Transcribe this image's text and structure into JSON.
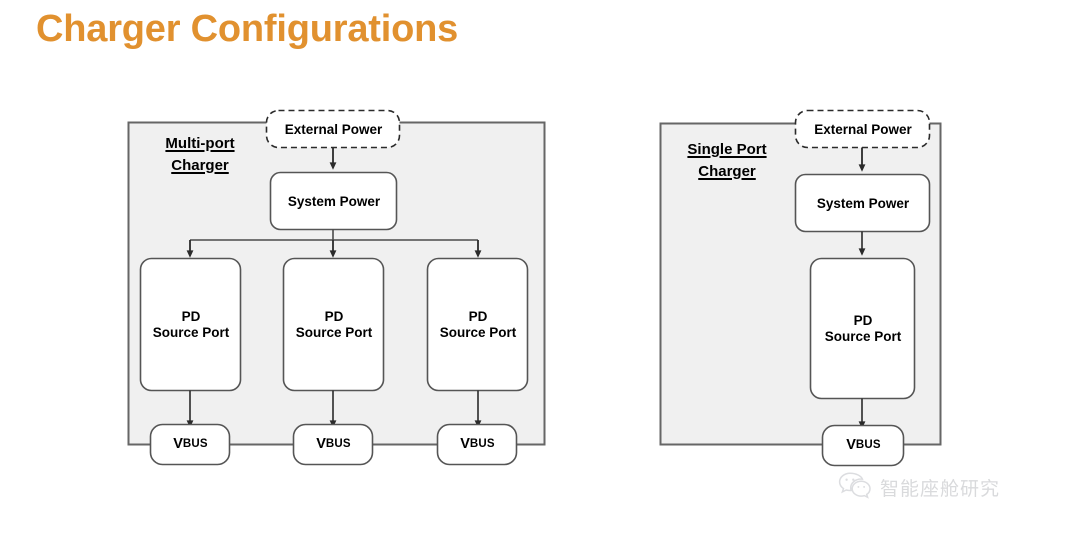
{
  "page": {
    "title": "Charger Configurations",
    "title_color": "#e1912f",
    "background_color": "#ffffff"
  },
  "diagram": {
    "type": "block-diagram",
    "container_fill": "#f0f0f0",
    "container_stroke": "#666666",
    "node_fill": "#ffffff",
    "node_stroke": "#555555",
    "line_color": "#444444",
    "panels": [
      {
        "id": "multi-port",
        "group_title_line1": "Multi-port",
        "group_title_line2": "Charger",
        "external_power_label": "External Power",
        "system_power_label": "System Power",
        "ports": [
          {
            "line1": "PD",
            "line2": "Source Port",
            "vbus_cap": "V",
            "vbus_rest": "BUS"
          },
          {
            "line1": "PD",
            "line2": "Source Port",
            "vbus_cap": "V",
            "vbus_rest": "BUS"
          },
          {
            "line1": "PD",
            "line2": "Source Port",
            "vbus_cap": "V",
            "vbus_rest": "BUS"
          }
        ]
      },
      {
        "id": "single-port",
        "group_title_line1": "Single Port",
        "group_title_line2": "Charger",
        "external_power_label": "External Power",
        "system_power_label": "System Power",
        "ports": [
          {
            "line1": "PD",
            "line2": "Source Port",
            "vbus_cap": "V",
            "vbus_rest": "BUS"
          }
        ]
      }
    ]
  },
  "watermark": {
    "icon": "wechat-logo-icon",
    "text": "智能座舱研究",
    "color": "#d9dadc"
  }
}
